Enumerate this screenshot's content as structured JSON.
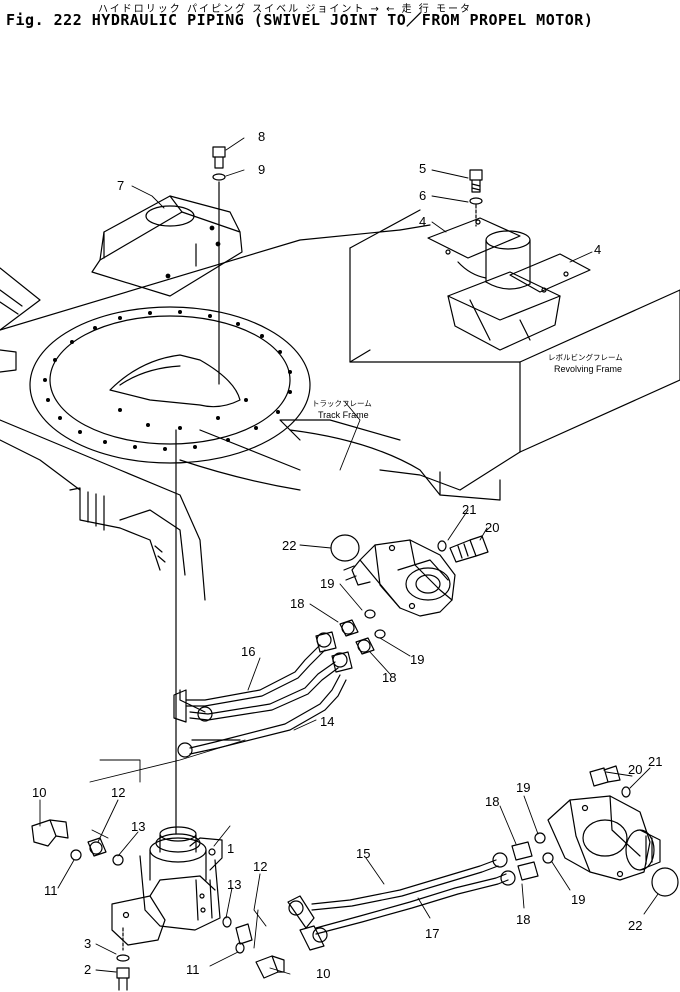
{
  "header": {
    "japanese": "ハイドロリック パイピング スイベル ジョイント → ← 走 行 モータ",
    "title": "Fig. 222  HYDRAULIC PIPING (SWIVEL JOINT TO／FROM PROPEL MOTOR)"
  },
  "annotations": {
    "revolving_frame_jp": "レボルビングフレーム",
    "revolving_frame_en": "Revolving Frame",
    "track_frame_jp": "トラックフレーム",
    "track_frame_en": "Track Frame"
  },
  "callouts": {
    "c1": "1",
    "c2": "2",
    "c3": "3",
    "c4a": "4",
    "c4b": "4",
    "c5": "5",
    "c6": "6",
    "c7": "7",
    "c8": "8",
    "c9": "9",
    "c10a": "10",
    "c10b": "10",
    "c11a": "11",
    "c11b": "11",
    "c12a": "12",
    "c12b": "12",
    "c13a": "13",
    "c13b": "13",
    "c14": "14",
    "c15": "15",
    "c16": "16",
    "c17": "17",
    "c18a": "18",
    "c18b": "18",
    "c18c": "18",
    "c18d": "18",
    "c19a": "19",
    "c19b": "19",
    "c19c": "19",
    "c19d": "19",
    "c20a": "20",
    "c20b": "20",
    "c21a": "21",
    "c21b": "21",
    "c22a": "22",
    "c22b": "22"
  }
}
